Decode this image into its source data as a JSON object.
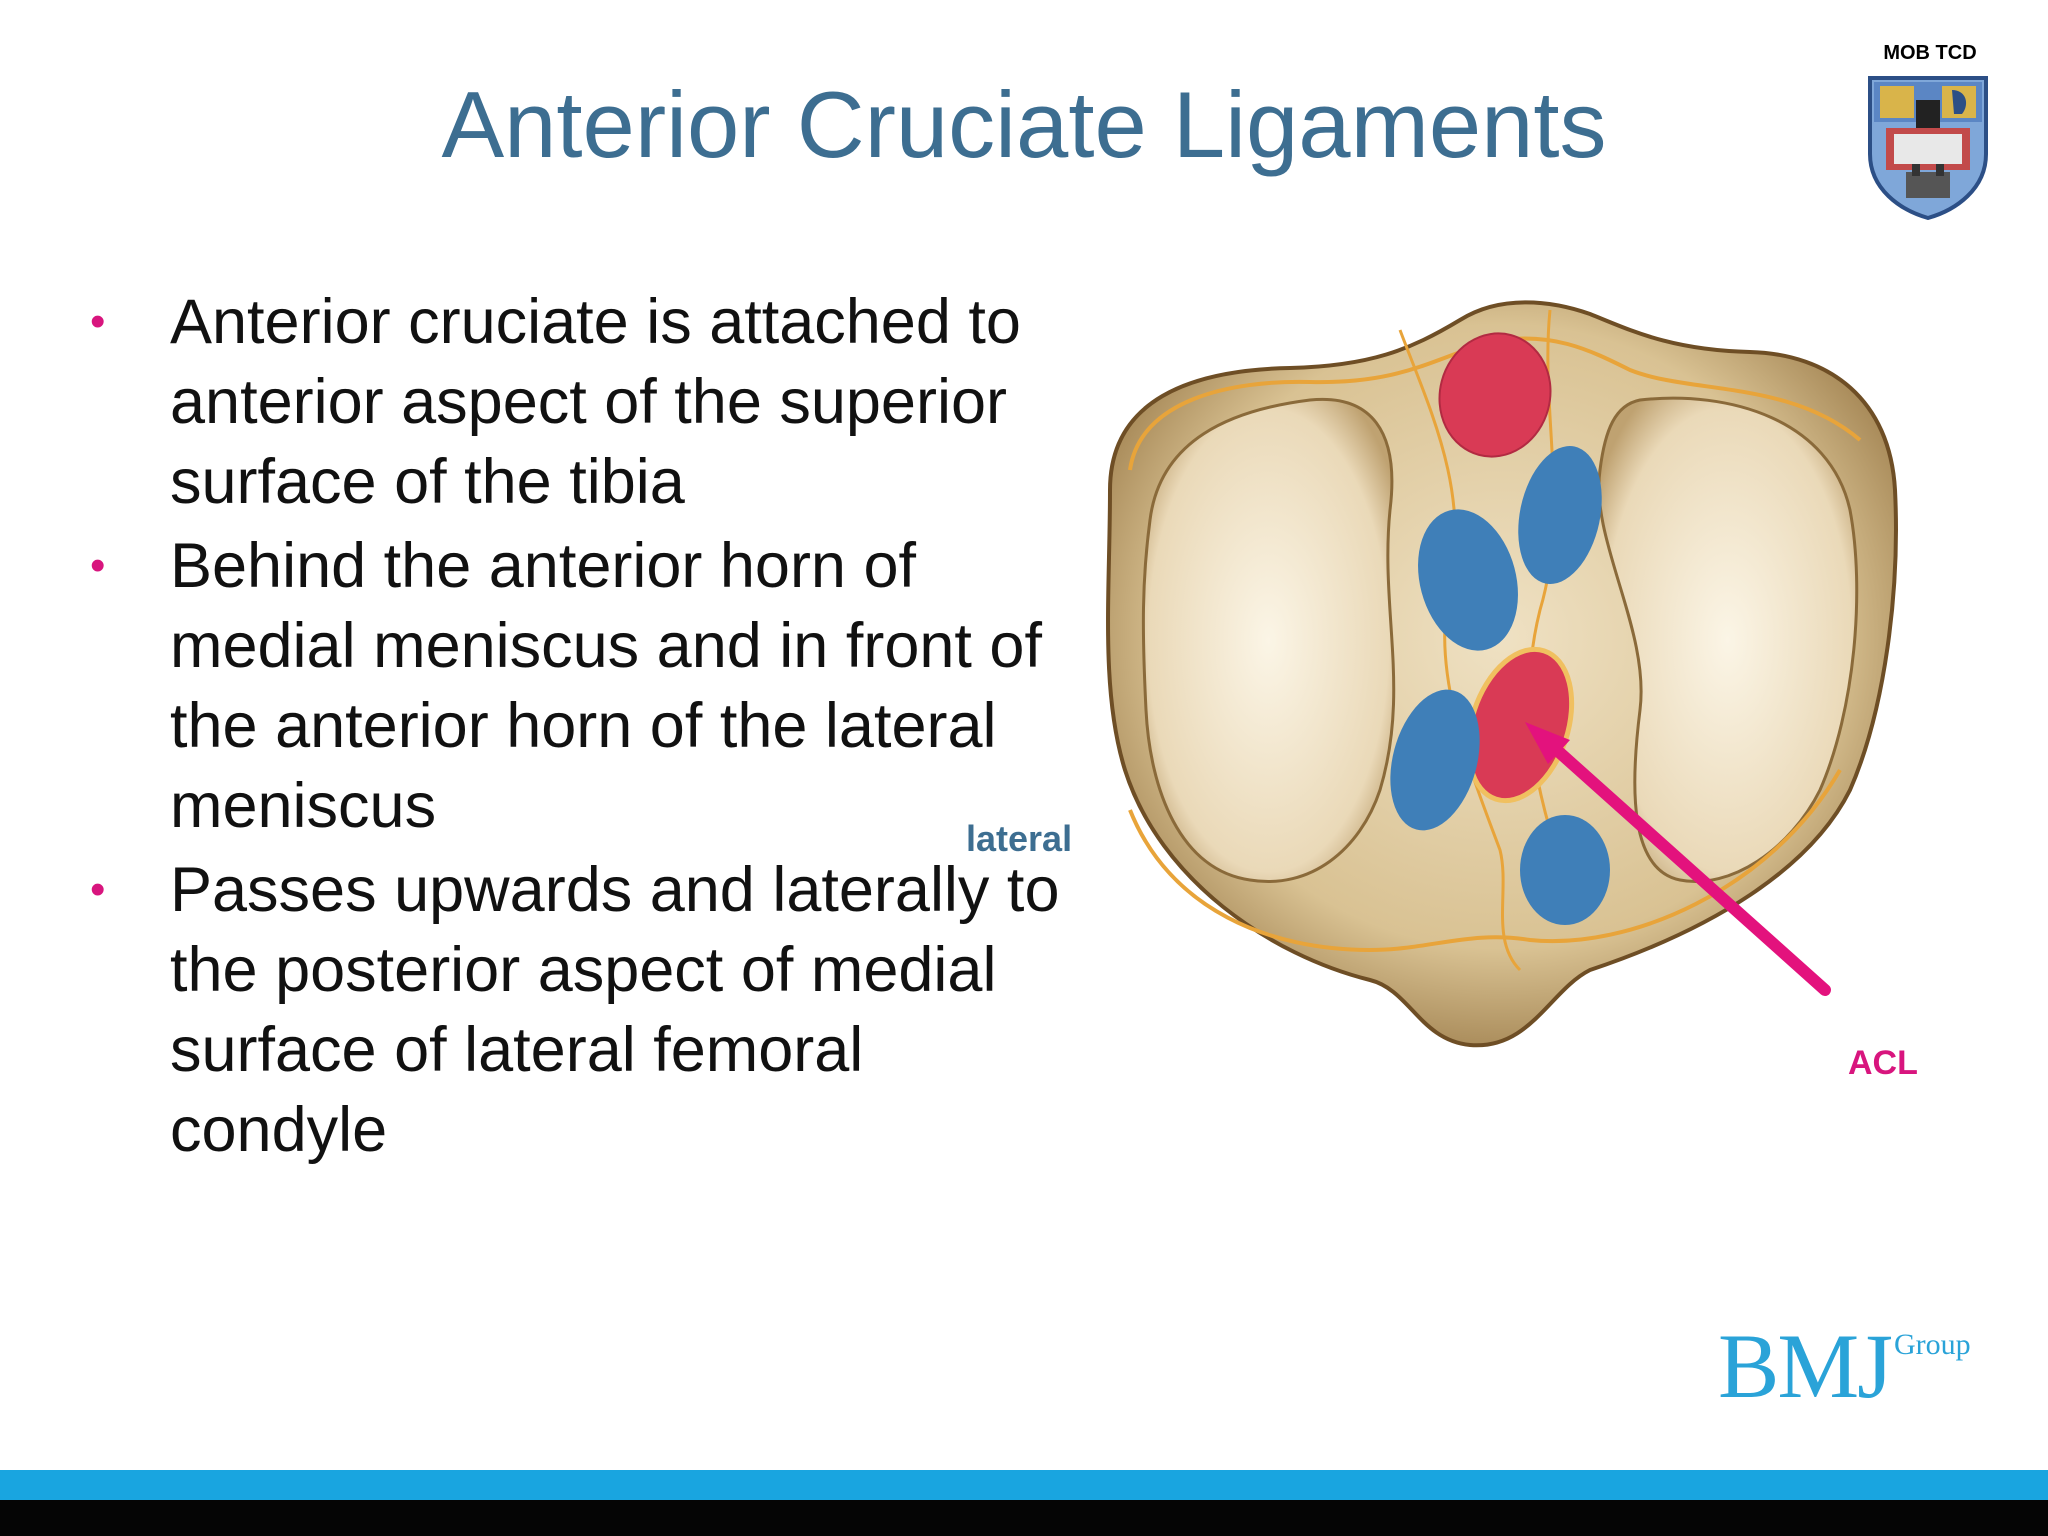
{
  "slide": {
    "title": "Anterior Cruciate Ligaments",
    "org_label": "MOB TCD",
    "bullets": [
      "Anterior cruciate is attached to anterior aspect of the superior surface of the tibia",
      "Behind the anterior horn of medial meniscus and in front of the anterior horn of the lateral meniscus",
      "Passes upwards and laterally to the posterior aspect of medial surface of lateral femoral condyle"
    ],
    "bullet_glyph": "•"
  },
  "figure": {
    "label_lateral": "lateral",
    "label_acl": "ACL"
  },
  "brand": {
    "main": "BMJ",
    "sub": "Group"
  },
  "colors": {
    "title": "#3d6e91",
    "bullet": "#d8157e",
    "accent_bar": "#19a5e0",
    "ligament_red": "#d93a55",
    "ligament_blue": "#3f7fb8",
    "bone": "#ead9b8"
  },
  "icons": {
    "crest": "coat-of-arms-icon",
    "arrow": "arrow-icon"
  }
}
